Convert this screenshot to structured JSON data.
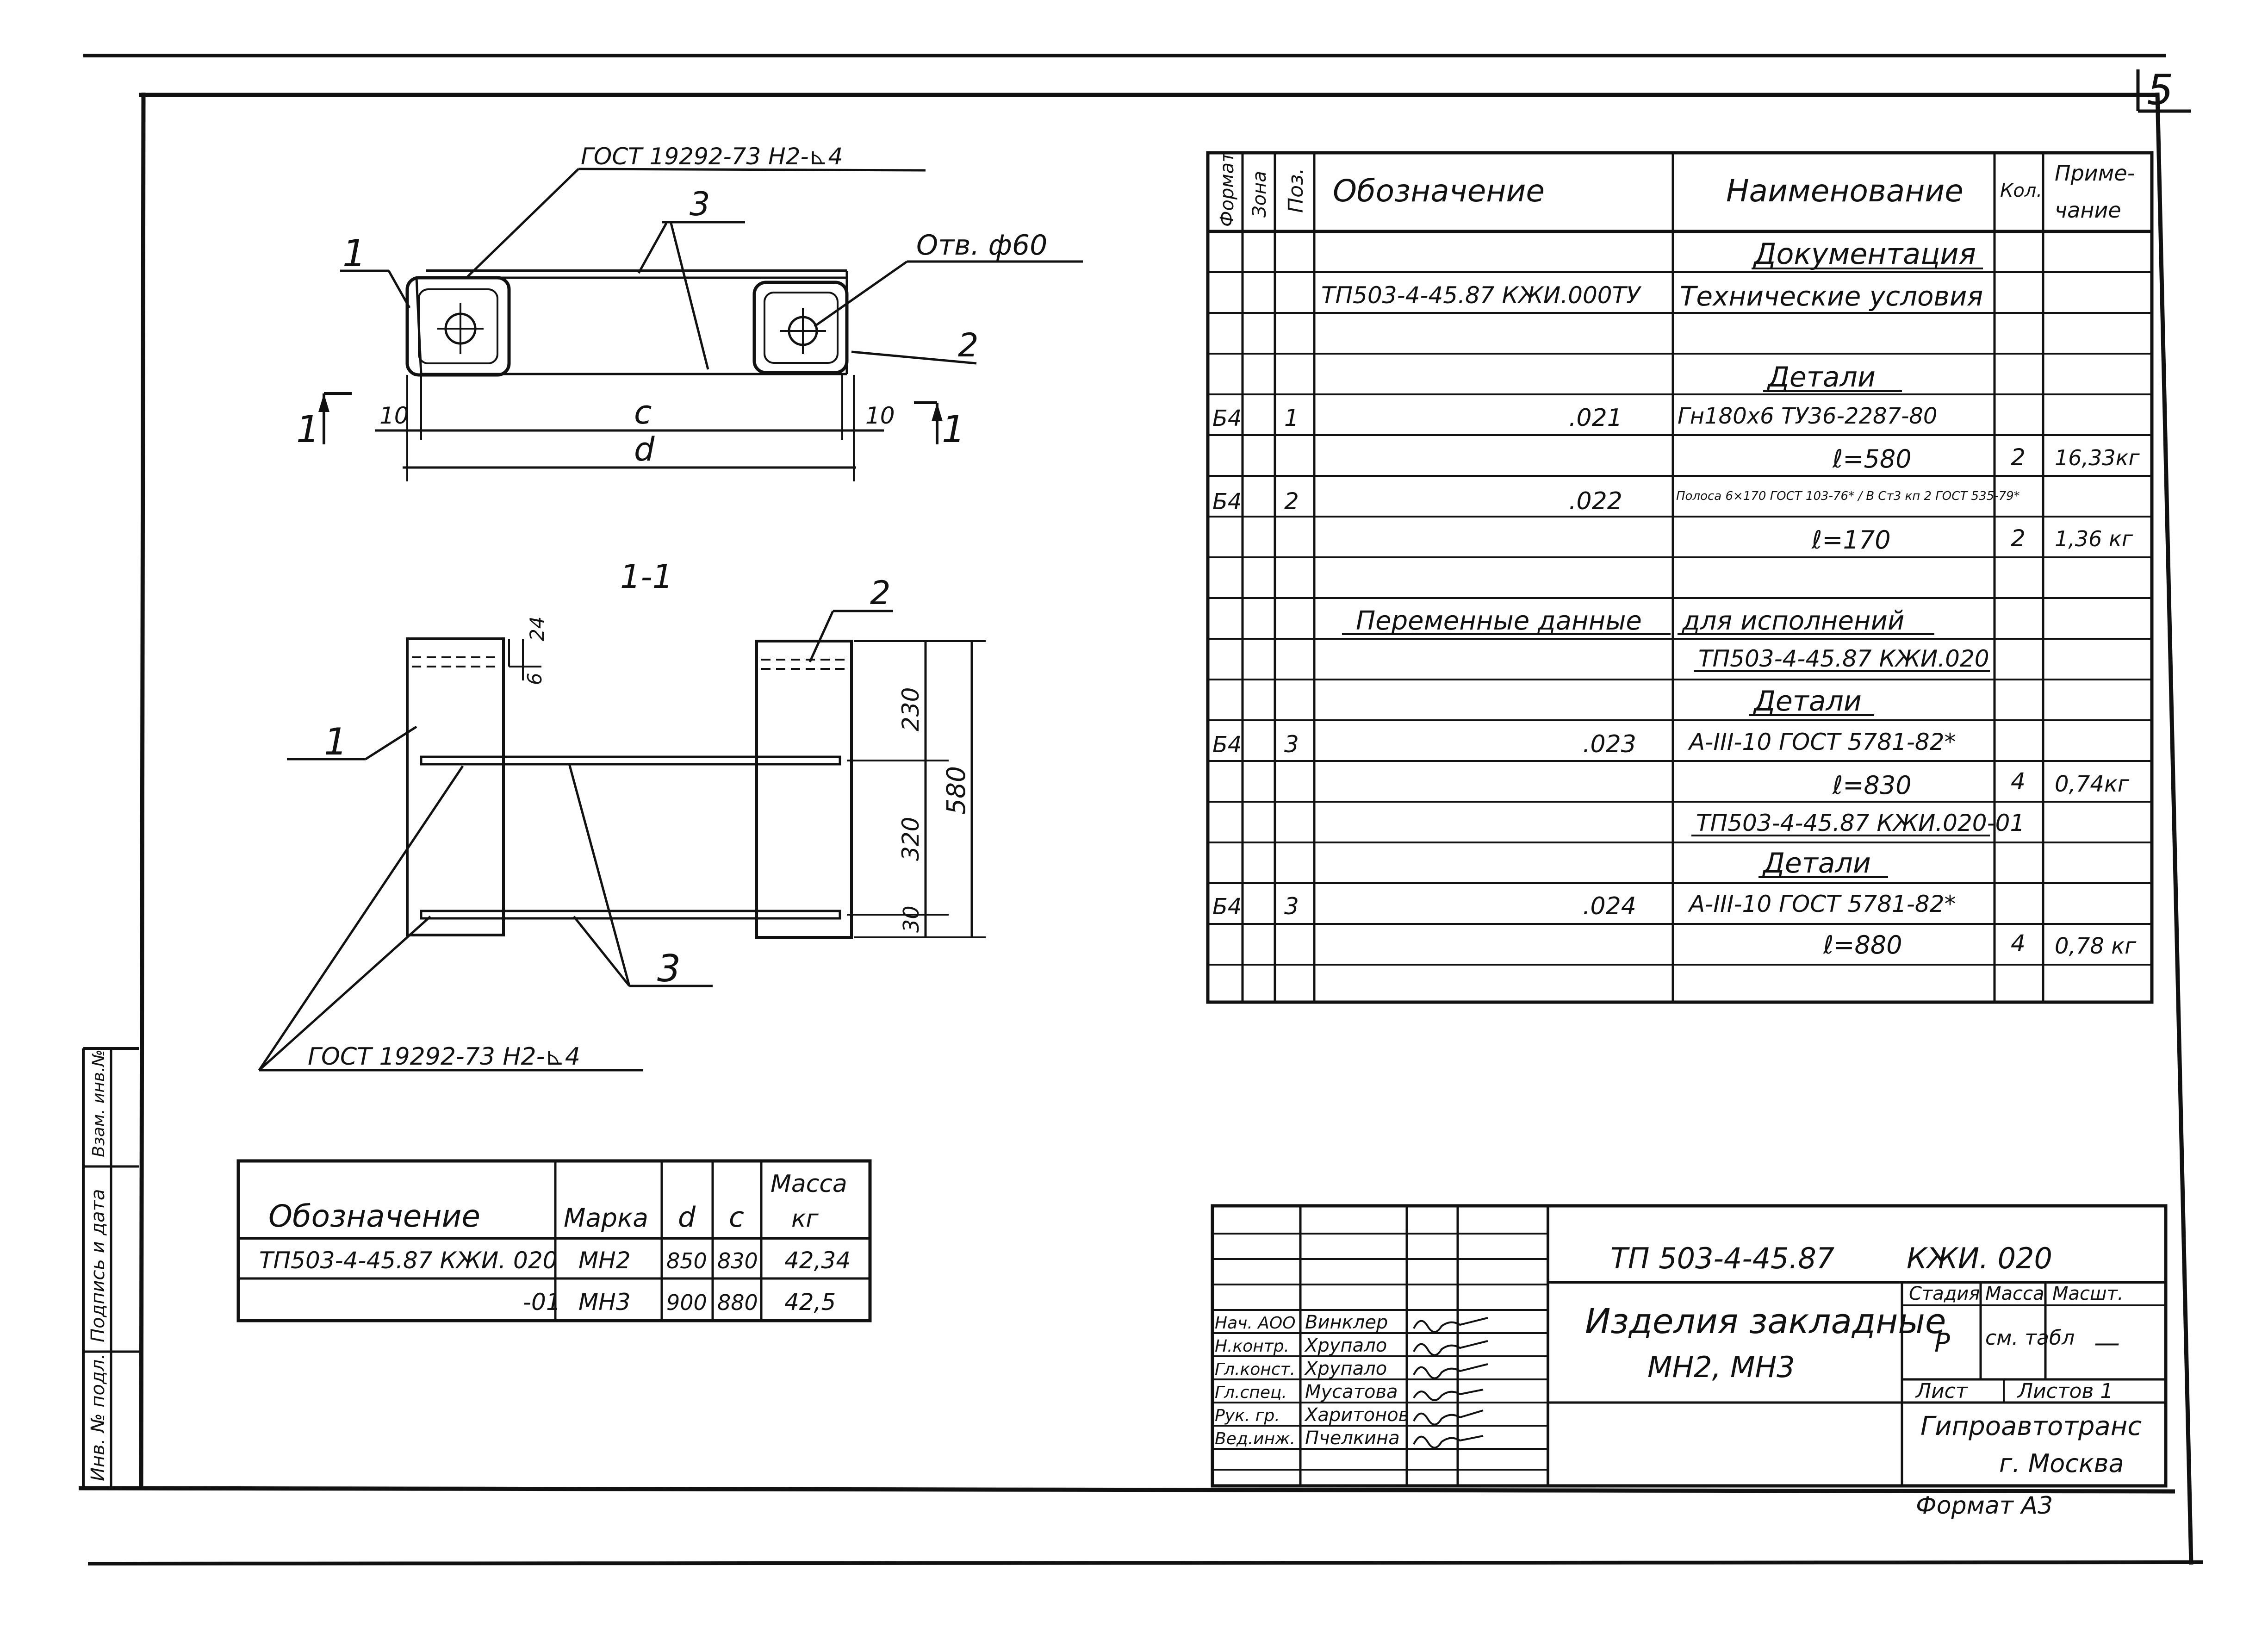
{
  "sheet_number": "5",
  "drawing": {
    "plan_view": {
      "weld_callout": "ГОСТ 19292-73   Н2-⊾4",
      "pos_plate": "1",
      "pos_bars": "3",
      "pos_strip": "2",
      "hole_note": "Отв. ф60",
      "section_mark": "1",
      "dim_edge": "10",
      "dim_c": "c",
      "dim_d": "d"
    },
    "section_view": {
      "title": "1-1",
      "pos_plate": "1",
      "pos_strip": "2",
      "pos_bars": "3",
      "dim_24": "24",
      "dim_6": "6",
      "dim_230": "230",
      "dim_320": "320",
      "dim_30": "30",
      "dim_580": "580",
      "weld_callout": "ГОСТ 19292-73   Н2-⊾4"
    }
  },
  "variants_table": {
    "headers": [
      "Обозначение",
      "Марка",
      "d",
      "c",
      "Масса",
      "кг"
    ],
    "rows": [
      [
        "ТП503-4-45.87   КЖИ. 020",
        "МН2",
        "850",
        "830",
        "42,34"
      ],
      [
        "-01",
        "МН3",
        "900",
        "880",
        "42,5"
      ]
    ]
  },
  "spec_table": {
    "headers": [
      "Формат",
      "Зона",
      "Поз.",
      "Обозначение",
      "Наименование",
      "Кол.",
      "Приме-",
      "чание"
    ],
    "rows": [
      [
        "",
        "",
        "",
        "",
        "Документация",
        "",
        ""
      ],
      [
        "",
        "",
        "",
        "ТП503-4-45.87   КЖИ.000ТУ",
        "Технические условия",
        "",
        ""
      ],
      [
        "",
        "",
        "",
        "",
        "",
        "",
        ""
      ],
      [
        "",
        "",
        "",
        "",
        "Детали",
        "",
        ""
      ],
      [
        "Б4",
        "",
        "1",
        ".021",
        "Гн180х6  ТУ36-2287-80",
        "",
        ""
      ],
      [
        "",
        "",
        "",
        "",
        "ℓ=580",
        "2",
        "16,33кг"
      ],
      [
        "Б4",
        "",
        "2",
        ".022",
        "Полоса 6×170 ГОСТ 103-76* / В Ст3 кп 2 ГОСТ 535-79*",
        "",
        ""
      ],
      [
        "",
        "",
        "",
        "",
        "ℓ=170",
        "2",
        "1,36 кг"
      ],
      [
        "",
        "",
        "",
        "",
        "",
        "",
        ""
      ],
      [
        "",
        "",
        "",
        "Переменные данные",
        "для исполнений",
        "",
        ""
      ],
      [
        "",
        "",
        "",
        "",
        "ТП503-4-45.87 КЖИ.020",
        "",
        ""
      ],
      [
        "",
        "",
        "",
        "",
        "Детали",
        "",
        ""
      ],
      [
        "Б4",
        "",
        "3",
        ".023",
        "А-III-10  ГОСТ 5781-82*",
        "",
        ""
      ],
      [
        "",
        "",
        "",
        "",
        "ℓ=830",
        "4",
        "0,74кг"
      ],
      [
        "",
        "",
        "",
        "",
        "ТП503-4-45.87 КЖИ.020-01",
        "",
        ""
      ],
      [
        "",
        "",
        "",
        "",
        "Детали",
        "",
        ""
      ],
      [
        "Б4",
        "",
        "3",
        ".024",
        "А-III-10  ГОСТ 5781-82*",
        "",
        ""
      ],
      [
        "",
        "",
        "",
        "",
        "ℓ=880",
        "4",
        "0,78 кг"
      ],
      [
        "",
        "",
        "",
        "",
        "",
        "",
        ""
      ]
    ]
  },
  "title_block": {
    "doc_code": "ТП 503-4-45.87",
    "doc_suffix": "КЖИ. 020",
    "title_line1": "Изделия закладные",
    "title_line2": "МН2, МН3",
    "stage_label": "Стадия",
    "mass_label": "Масса",
    "scale_label": "Масшт.",
    "stage_value": "Р",
    "mass_value": "см. табл",
    "scale_value": "—",
    "sheet_label": "Лист",
    "sheets_label": "Листов 1",
    "org_line1": "Гипроавтотранс",
    "org_line2": "г. Москва",
    "format_note": "Формат  А3",
    "signatures": [
      [
        "Нач. АОО",
        "Винклер"
      ],
      [
        "Н.контр.",
        "Хрупало"
      ],
      [
        "Гл.конст.",
        "Хрупало"
      ],
      [
        "Гл.спец.",
        "Мусатова"
      ],
      [
        "Рук. гр.",
        "Харитонов"
      ],
      [
        "Вед.инж.",
        "Пчелкина"
      ]
    ]
  },
  "side_stamp": {
    "inv_label": "Инв. № подл.",
    "sign_label": "Подпись и дата",
    "replace_label": "Взам. инв.№"
  }
}
